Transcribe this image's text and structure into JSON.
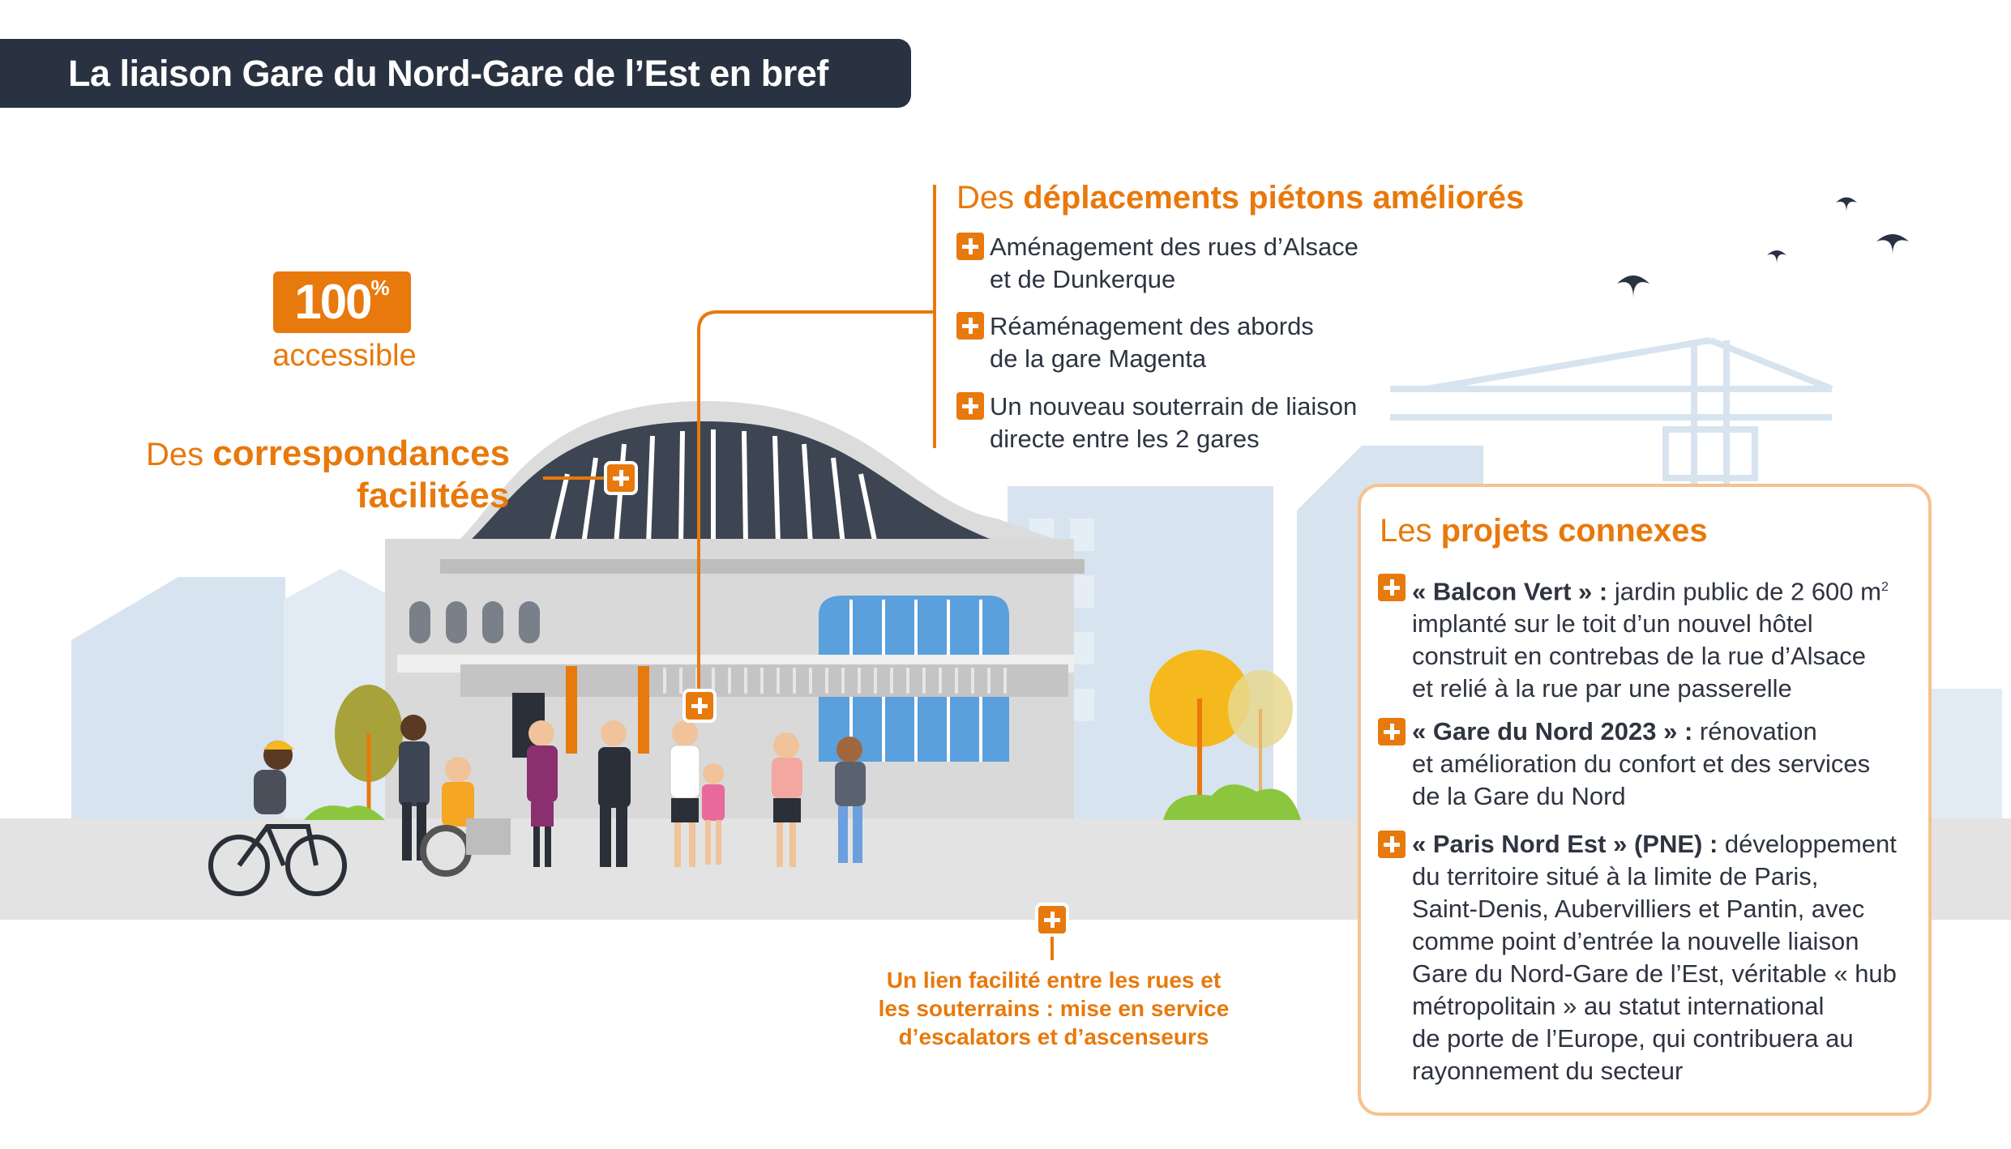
{
  "title": "La liaison Gare du Nord-Gare de l’Est  en bref",
  "badge": {
    "value": "100",
    "unit": "%",
    "caption": "accessible"
  },
  "correspondances": {
    "prefix": "Des ",
    "bold1": "correspondances",
    "bold2": "facilitées"
  },
  "deplacements": {
    "title_prefix": "Des ",
    "title_bold": "déplacements piétons améliorés",
    "items": [
      {
        "line1": "Aménagement des rues d’Alsace",
        "line2": "et de Dunkerque"
      },
      {
        "line1": "Réaménagement des abords",
        "line2": "de la gare Magenta"
      },
      {
        "line1": "Un nouveau souterrain de liaison",
        "line2": "directe entre les 2 gares"
      }
    ]
  },
  "lien": {
    "line1": "Un lien facilité entre les rues et",
    "line2": "les souterrains : mise en service",
    "line3": "d’escalators et d’ascenseurs"
  },
  "projets": {
    "title_prefix": "Les ",
    "title_bold": "projets connexes",
    "items": [
      {
        "bold": "« Balcon Vert » :",
        "lines": [
          " jardin public de 2 600 m",
          "implanté sur le toit d’un nouvel hôtel",
          "construit en contrebas de la rue d’Alsace",
          "et relié à la rue par une passerelle"
        ],
        "sup": "2"
      },
      {
        "bold": "« Gare du Nord 2023 » :",
        "lines": [
          " rénovation",
          "et amélioration du confort et des services",
          "de la Gare du Nord"
        ]
      },
      {
        "bold": "« Paris Nord Est » (PNE) :",
        "lines": [
          " développement",
          "du territoire situé à la limite de Paris,",
          "Saint-Denis, Aubervilliers et Pantin, avec",
          "comme point d’entrée la nouvelle liaison",
          "Gare du Nord-Gare de l’Est, véritable « hub",
          "métropolitain » au statut international",
          "de porte de l’Europe, qui contribuera au",
          "rayonnement du secteur"
        ]
      }
    ]
  },
  "colors": {
    "accent": "#e8790c",
    "title_bg": "#293241",
    "box_border": "#f6c28f"
  }
}
